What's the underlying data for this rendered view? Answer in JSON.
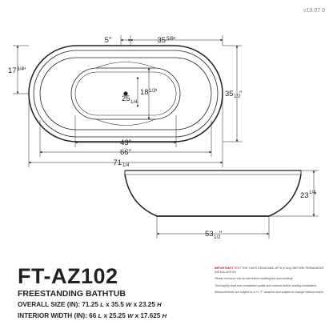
{
  "version": "v19.07.0",
  "dims": {
    "top_width": "5\"",
    "top_span": "35",
    "top_span_frac": "5/8",
    "left_height": "17",
    "left_height_frac": "3/4",
    "inner_width": "25",
    "inner_width_frac": "1/4",
    "inner_length": "18",
    "inner_length_frac": "1/2",
    "overall_width": "35",
    "overall_width_frac": "1/2",
    "inner_floor": "43\"",
    "interior_length": "66\"",
    "overall_length": "71",
    "overall_length_frac": "1/4",
    "height": "23",
    "height_frac": "1/4",
    "base_length": "53",
    "base_length_frac": "1/2"
  },
  "product": {
    "model": "FT-AZ102",
    "name": "FREESTANDING BATHTUB",
    "overall_label": "OVERALL SIZE (IN): 71.25",
    "overall_l": "L",
    "overall_x1": "x 35.5",
    "overall_w": "W",
    "overall_x2": "x 23.25",
    "overall_h": "H",
    "interior_label": "INTERIOR WIDTH (IN): 66",
    "interior_l": "L",
    "interior_x1": "x 25.25",
    "interior_w": "W",
    "interior_x2": "x 17.625",
    "interior_h": "H"
  },
  "notes": {
    "important_label": "IMPORTANT!",
    "important_text": "TEST THE TUB'S DRAIN AND JETS (if any) BEFORE PERMANENT INSTALLATION!",
    "note1": "Please measure tub on-site before building tub surrounding!",
    "note2": "Thoroughly read over installation guide and manual before starting installation.",
    "note3": "Measurements are subject to a +/- 1\" variance and subject to change without notice."
  }
}
